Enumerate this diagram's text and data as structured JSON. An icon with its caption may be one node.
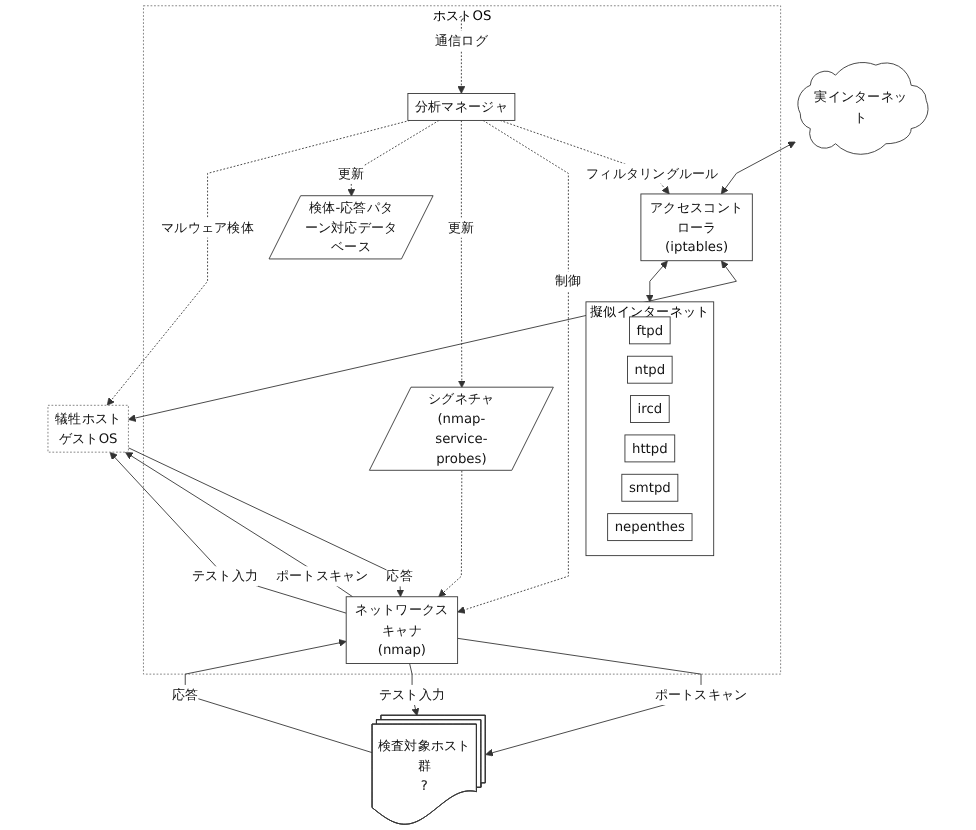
{
  "diagram": {
    "nodes": [
      {
        "text": [
          "実インターネット"
        ]
      },
      {
        "text": [
          "ホストOS"
        ]
      },
      {
        "text": [
          "擬似インターネット"
        ],
        "in": 1
      },
      {
        "text": [
          "ftpd"
        ],
        "in": 2
      },
      {
        "text": [
          "ntpd"
        ],
        "in": 2
      },
      {
        "text": [
          "ircd"
        ],
        "in": 2
      },
      {
        "text": [
          "httpd"
        ],
        "in": 2
      },
      {
        "text": [
          "smtpd"
        ],
        "in": 2
      },
      {
        "text": [
          "nepenthes"
        ],
        "in": 2
      },
      {
        "text": [
          "アクセスコントローラ",
          "(iptables)"
        ],
        "in": 1
      },
      {
        "text": [
          "検査対象ホスト群",
          "?"
        ]
      },
      {
        "text": [
          "ネットワークスキャナ",
          "(nmap)"
        ],
        "in": 1
      },
      {
        "text": [
          "犠牲ホスト",
          "ゲストOS"
        ]
      },
      {
        "text": [],
        "shape": "ellipse",
        "in": 1
      },
      {
        "text": [
          "分析マネージャ"
        ],
        "in": 1
      },
      {
        "text": [
          "シグネチャ",
          "(nmap-service-probes)"
        ],
        "in": 1
      },
      {
        "text": [
          "検体-応答パターン対応データベース"
        ],
        "in": 1
      }
    ],
    "edges": [
      {
        "from": 0,
        "to": 9,
        "arrow": "both"
      },
      {
        "from": 9,
        "to": 2,
        "arrow": "both"
      },
      {
        "from": 9,
        "to": 12,
        "arrow": "both"
      },
      {
        "from": 11,
        "to": 10,
        "arrow": "to",
        "label": "ポートスキャン"
      },
      {
        "from": 11,
        "to": 10,
        "arrow": "to",
        "label": "テスト入力"
      },
      {
        "from": 10,
        "to": 11,
        "arrow": "to",
        "label": "応答"
      },
      {
        "from": 11,
        "to": 12,
        "arrow": "to",
        "label": "ポートスキャン"
      },
      {
        "from": 11,
        "to": 12,
        "arrow": "to",
        "label": "テスト入力"
      },
      {
        "from": 12,
        "to": 11,
        "arrow": "to",
        "label": "応答"
      },
      {
        "from": 14,
        "to": 9,
        "arrow": "to",
        "label": "フィルタリングルール",
        "style": "dashed"
      },
      {
        "from": 14,
        "to": 11,
        "arrow": "to",
        "label": "制御",
        "style": "dashed"
      },
      {
        "from": 14,
        "to": 15,
        "arrow": "to",
        "label": "更新",
        "style": "dashed"
      },
      {
        "from": 15,
        "to": 11,
        "arrow": "to",
        "style": "dashed"
      },
      {
        "from": 14,
        "to": 16,
        "arrow": "to",
        "label": "更新",
        "style": "dashed"
      },
      {
        "from": 13,
        "to": 14,
        "arrow": "to",
        "label": "通信ログ",
        "style": "dashed"
      },
      {
        "from": 14,
        "to": 12,
        "arrow": "to",
        "label": "マルウェア検体",
        "style": "dashed"
      }
    ]
  }
}
